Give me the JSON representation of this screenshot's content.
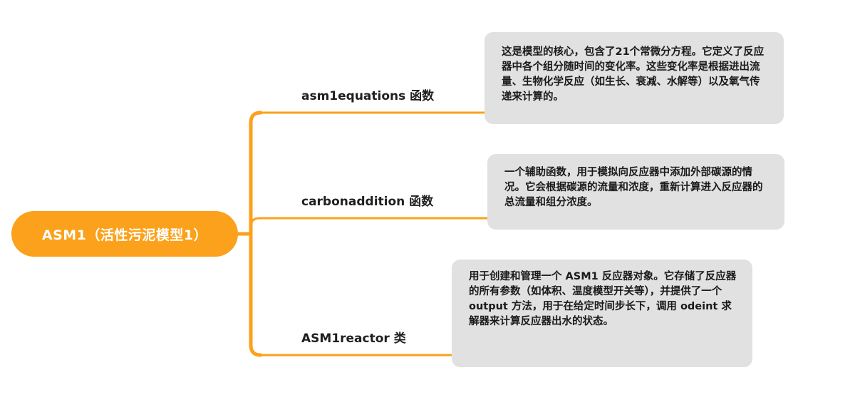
{
  "colors": {
    "accent": "#fba11b",
    "note_background": "#e1e1e1",
    "text": "#1f1f1f"
  },
  "root": {
    "label": "ASM1（活性污泥模型1）"
  },
  "branches": [
    {
      "label": "asm1equations 函数",
      "note": "这是模型的核心，包含了21个常微分方程。它定义了反应器中各个组分随时间的变化率。这些变化率是根据进出流量、生物化学反应（如生长、衰减、水解等）以及氧气传递来计算的。"
    },
    {
      "label": "carbonaddition 函数",
      "note": "一个辅助函数，用于模拟向反应器中添加外部碳源的情况。它会根据碳源的流量和浓度，重新计算进入反应器的总流量和组分浓度。"
    },
    {
      "label": "ASM1reactor 类",
      "note": "用于创建和管理一个 ASM1 反应器对象。它存储了反应器的所有参数（如体积、温度模型开关等），并提供了一个 output 方法，用于在给定时间步长下，调用 odeint 求解器来计算反应器出水的状态。"
    }
  ]
}
